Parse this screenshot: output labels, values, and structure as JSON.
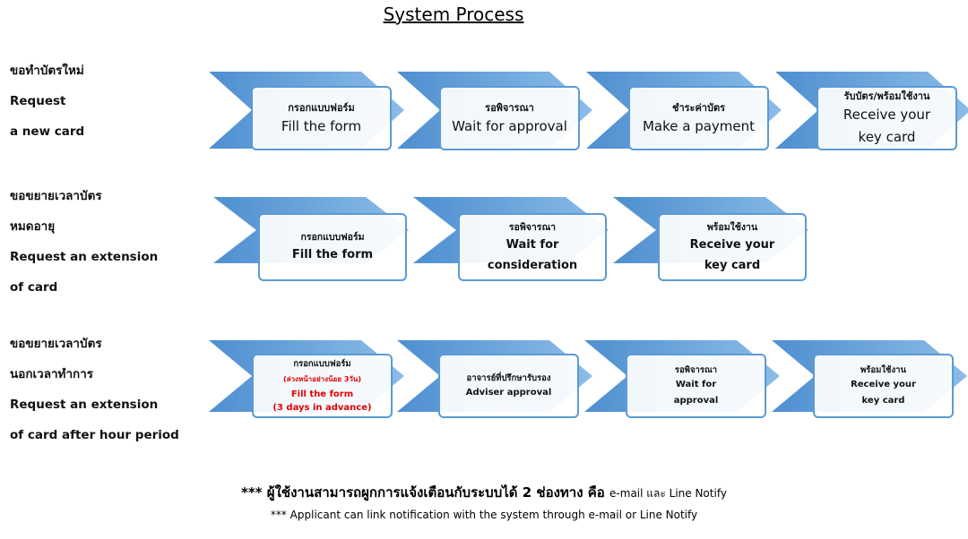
{
  "title": "System Process",
  "rows": [
    {
      "label": [
        "ขอทำบัตรใหม่",
        "Request",
        "a new card"
      ],
      "steps": [
        {
          "th": "กรอกแบบฟอร์ม",
          "en": "Fill the form"
        },
        {
          "th": "รอพิจารณา",
          "en": "Wait for approval"
        },
        {
          "th": "ชำระค่าบัตร",
          "en": "Make a payment"
        },
        {
          "th": "รับบัตร/พร้อมใช้งาน",
          "en": "Receive your\nkey card"
        }
      ]
    },
    {
      "label": [
        "ขอขยายเวลาบัตร",
        "หมดอายุ",
        "Request an extension",
        "of card"
      ],
      "steps": [
        {
          "th": "กรอกแบบฟอร์ม",
          "en": "Fill the form"
        },
        {
          "th": "รอพิจารณา",
          "en": "Wait for\nconsideration"
        },
        {
          "th": "พร้อมใช้งาน",
          "en": "Receive your\nkey card"
        }
      ]
    },
    {
      "label": [
        "ขอขยายเวลาบัตร",
        "นอกเวลาทำการ",
        "Request an extension",
        "of card after hour period"
      ],
      "steps": [
        {
          "th": "กรอกแบบฟอร์ม",
          "note": "(ล่วงหน้าอย่างน้อย 3วัน)",
          "en": "Fill the form\n(3 days in advance)",
          "highlight": true
        },
        {
          "th": "อาจารย์ที่ปรึกษารับรอง",
          "en": "Adviser approval"
        },
        {
          "th": "รอพิจารณา",
          "en": "Wait for\napproval"
        },
        {
          "th": "พร้อมใช้งาน",
          "en": "Receive your\nkey card"
        }
      ]
    }
  ],
  "footer": {
    "thai_prefix": "*** ผู้ใช้งานสามารถผูกการแจ้งเตือนกับระบบได้ 2 ช่องทาง คือ",
    "thai_suffix": "e-mail และ Line Notify",
    "english": "*** Applicant can link notification with the system through e-mail or Line Notify"
  },
  "colors": {
    "chevron": "#5b9bd5",
    "box_border": "#5b9bd5",
    "highlight_text": "#e00000"
  }
}
